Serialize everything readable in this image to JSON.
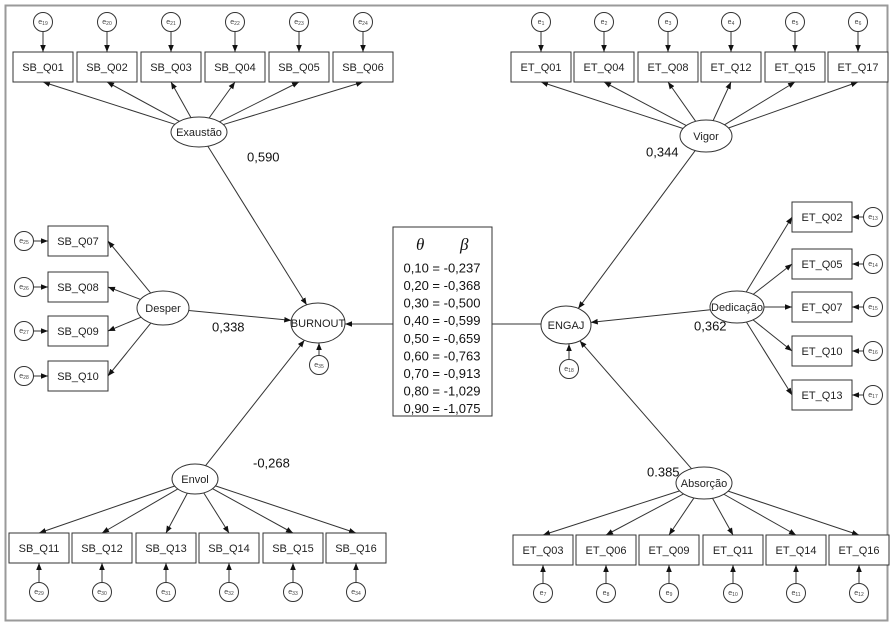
{
  "diagram": {
    "type": "structural-equation-model",
    "colors": {
      "stroke": "#333333",
      "background": "#ffffff",
      "frame": "#9a9a9a"
    },
    "outcomes": [
      {
        "id": "BURNOUT",
        "label": "BURNOUT",
        "residual": "e35"
      },
      {
        "id": "ENGAJ",
        "label": "ENGAJ",
        "residual": "e18"
      }
    ],
    "factors": [
      {
        "id": "exaustao",
        "label": "Exaustão",
        "target": "BURNOUT",
        "coef": "0,590",
        "items": [
          {
            "label": "SB_Q01",
            "error": "e19"
          },
          {
            "label": "SB_Q02",
            "error": "e20"
          },
          {
            "label": "SB_Q03",
            "error": "e21"
          },
          {
            "label": "SB_Q04",
            "error": "e22"
          },
          {
            "label": "SB_Q05",
            "error": "e23"
          },
          {
            "label": "SB_Q06",
            "error": "e24"
          }
        ]
      },
      {
        "id": "desper",
        "label": "Desper",
        "target": "BURNOUT",
        "coef": "0,338",
        "items": [
          {
            "label": "SB_Q07",
            "error": "e25"
          },
          {
            "label": "SB_Q08",
            "error": "e26"
          },
          {
            "label": "SB_Q09",
            "error": "e27"
          },
          {
            "label": "SB_Q10",
            "error": "e28"
          }
        ]
      },
      {
        "id": "envol",
        "label": "Envol",
        "target": "BURNOUT",
        "coef": "-0,268",
        "items": [
          {
            "label": "SB_Q11",
            "error": "e29"
          },
          {
            "label": "SB_Q12",
            "error": "e30"
          },
          {
            "label": "SB_Q13",
            "error": "e31"
          },
          {
            "label": "SB_Q14",
            "error": "e32"
          },
          {
            "label": "SB_Q15",
            "error": "e33"
          },
          {
            "label": "SB_Q16",
            "error": "e34"
          }
        ]
      },
      {
        "id": "vigor",
        "label": "Vigor",
        "target": "ENGAJ",
        "coef": "0,344",
        "items": [
          {
            "label": "ET_Q01",
            "error": "e1"
          },
          {
            "label": "ET_Q04",
            "error": "e2"
          },
          {
            "label": "ET_Q08",
            "error": "e3"
          },
          {
            "label": "ET_Q12",
            "error": "e4"
          },
          {
            "label": "ET_Q15",
            "error": "e5"
          },
          {
            "label": "ET_Q17",
            "error": "e6"
          }
        ]
      },
      {
        "id": "dedicacao",
        "label": "Dedicação",
        "target": "ENGAJ",
        "coef": "0,362",
        "items": [
          {
            "label": "ET_Q02",
            "error": "e13"
          },
          {
            "label": "ET_Q05",
            "error": "e14"
          },
          {
            "label": "ET_Q07",
            "error": "e15"
          },
          {
            "label": "ET_Q10",
            "error": "e16"
          },
          {
            "label": "ET_Q13",
            "error": "e17"
          }
        ]
      },
      {
        "id": "absorcao",
        "label": "Absorção",
        "target": "ENGAJ",
        "coef": "0.385",
        "items": [
          {
            "label": "ET_Q03",
            "error": "e7"
          },
          {
            "label": "ET_Q06",
            "error": "e8"
          },
          {
            "label": "ET_Q09",
            "error": "e9"
          },
          {
            "label": "ET_Q11",
            "error": "e10"
          },
          {
            "label": "ET_Q14",
            "error": "e11"
          },
          {
            "label": "ET_Q16",
            "error": "e12"
          }
        ]
      }
    ],
    "quantile_table": {
      "header_theta": "θ",
      "header_beta": "β",
      "rows": [
        {
          "theta": "0,10",
          "beta": "-0,237"
        },
        {
          "theta": "0,20",
          "beta": "-0,368"
        },
        {
          "theta": "0,30",
          "beta": "-0,500"
        },
        {
          "theta": "0,40",
          "beta": "-0,599"
        },
        {
          "theta": "0,50",
          "beta": "-0,659"
        },
        {
          "theta": "0,60",
          "beta": "-0,763"
        },
        {
          "theta": "0,70",
          "beta": "-0,913"
        },
        {
          "theta": "0,80",
          "beta": "-1,029"
        },
        {
          "theta": "0,90",
          "beta": "-1,075"
        }
      ]
    }
  }
}
